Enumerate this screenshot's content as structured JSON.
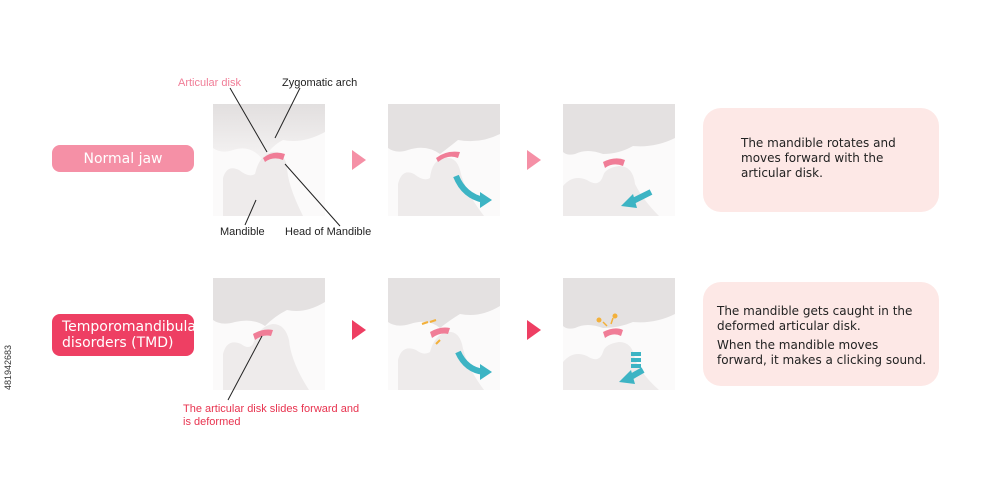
{
  "rows": {
    "normal": {
      "label": "Normal jaw"
    },
    "tmd": {
      "label": "Temporomandibular disorders (TMD)"
    }
  },
  "labels": {
    "articular_disk": "Articular disk",
    "zygomatic_arch": "Zygomatic arch",
    "mandible": "Mandible",
    "head_of_mandible": "Head of Mandible",
    "disk_slides": "The articular disk slides forward and is deformed"
  },
  "callouts": {
    "normal": "The mandible rotates and moves forward with the articular disk.",
    "tmd_1": "The mandible gets caught in the deformed articular disk.",
    "tmd_2": "When the mandible moves forward, it makes a clicking sound."
  },
  "side_id": "481942683",
  "colors": {
    "normal_pill": "#f590a6",
    "tmd_pill": "#ee3f63",
    "callout_bg": "#fde8e6",
    "disk": "#f07d97",
    "motion_arrow": "#3db4c4",
    "bone": "#f2f0f0"
  }
}
